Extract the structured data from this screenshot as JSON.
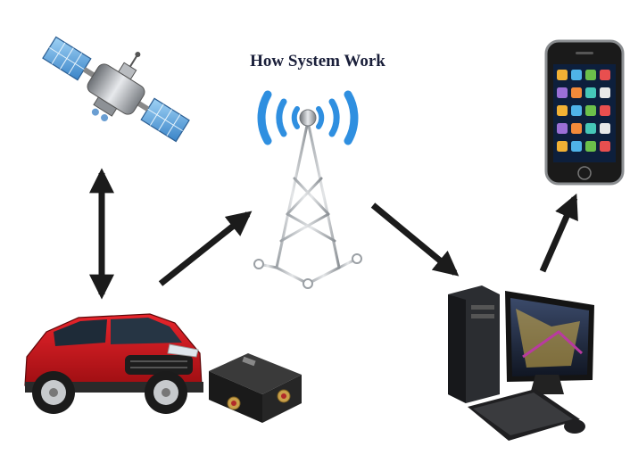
{
  "diagram": {
    "title": "How System Work",
    "nodes": [
      {
        "id": "satellite",
        "icon": "satellite-icon"
      },
      {
        "id": "tower",
        "icon": "cell-tower-icon"
      },
      {
        "id": "phone",
        "icon": "smartphone-icon"
      },
      {
        "id": "car",
        "icon": "car-icon"
      },
      {
        "id": "gps-tracker",
        "icon": "gps-tracker-device-icon"
      },
      {
        "id": "computer",
        "icon": "desktop-computer-icon"
      }
    ],
    "edges": [
      {
        "from": "satellite",
        "to": "car",
        "bidirectional": true
      },
      {
        "from": "car",
        "to": "tower"
      },
      {
        "from": "tower",
        "to": "computer"
      },
      {
        "from": "computer",
        "to": "phone"
      }
    ],
    "colors": {
      "arrow": "#1b1b1b",
      "signal": "#2f8fe0",
      "car": "#c8141a",
      "title": "#1a1f3a"
    }
  }
}
